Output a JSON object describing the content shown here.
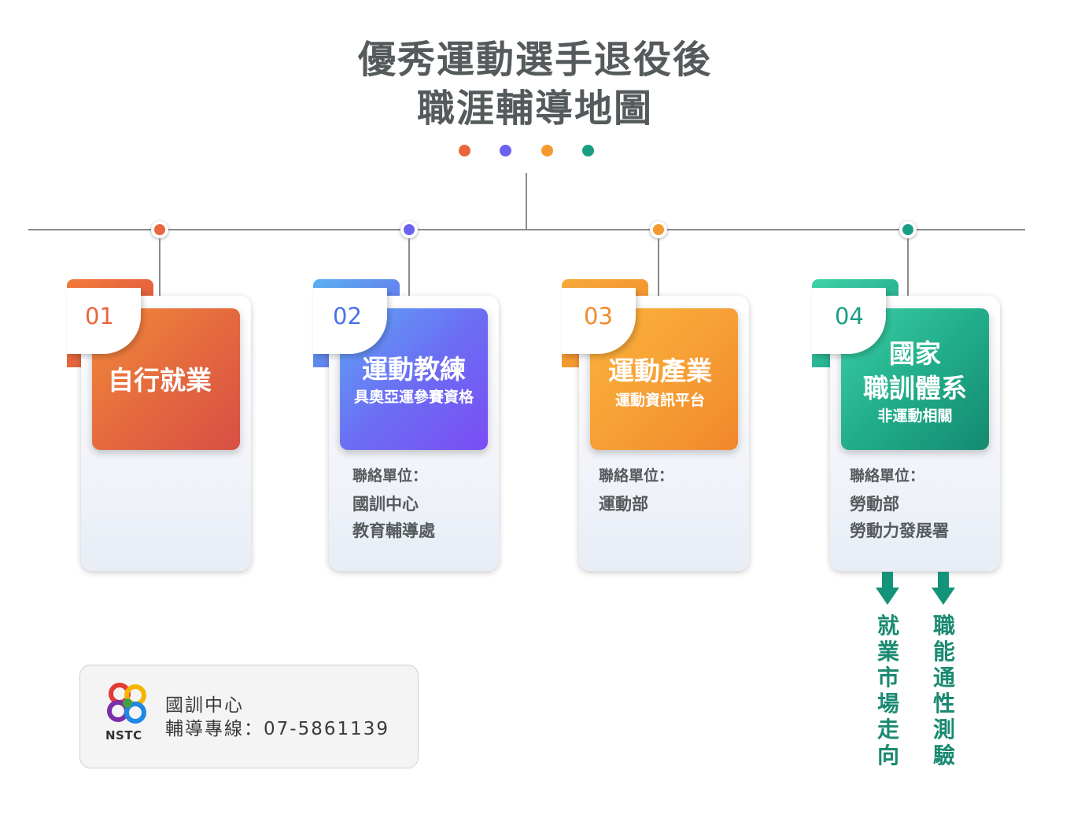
{
  "title": {
    "line1": "優秀運動選手退役後",
    "line2": "職涯輔導地圖"
  },
  "colors": {
    "orange_red": "#E8663B",
    "blue_purple": "#6A62F0",
    "orange": "#F49A2E",
    "teal": "#1A9E83",
    "title_gray": "#555A5C"
  },
  "cards": [
    {
      "num": "01",
      "main": "自行就業",
      "sub": "",
      "contact_label": "",
      "contact_lines": []
    },
    {
      "num": "02",
      "main": "運動教練",
      "sub": "具奧亞運參賽資格",
      "contact_label": "聯絡單位：",
      "contact_lines": [
        "國訓中心",
        "教育輔導處"
      ]
    },
    {
      "num": "03",
      "main": "運動產業",
      "sub": "運動資訊平台",
      "contact_label": "聯絡單位：",
      "contact_lines": [
        "運動部"
      ]
    },
    {
      "num": "04",
      "main_lines": [
        "國家",
        "職訓體系"
      ],
      "sub": "非運動相關",
      "contact_label": "聯絡單位：",
      "contact_lines": [
        "勞動部",
        "勞動力發展署"
      ]
    }
  ],
  "outcomes": [
    "就業市場走向",
    "職能通性測驗"
  ],
  "hotline": {
    "org": "國訓中心",
    "line": "輔導專線：07-5861139",
    "logo_text": "NSTC"
  }
}
